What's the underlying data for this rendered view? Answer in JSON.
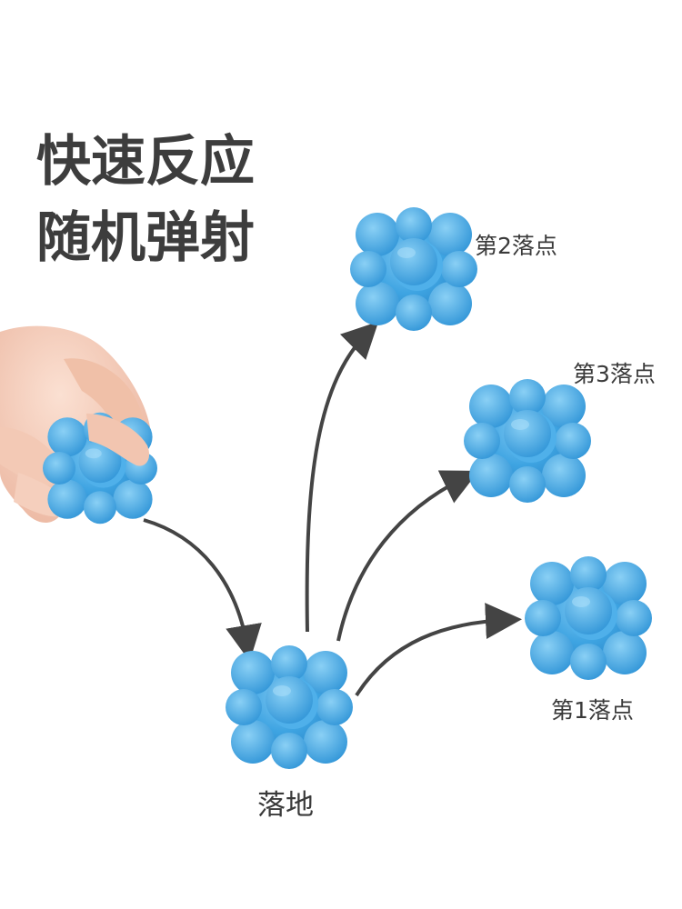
{
  "headline": {
    "line1": "快速反应",
    "line2": "随机弹射"
  },
  "labels": {
    "ground": "落地",
    "landing1": "第1落点",
    "landing2": "第2落点",
    "landing3": "第3落点"
  },
  "icons": {
    "ball": "reaction-ball-icon",
    "hand": "hand-icon",
    "arrow": "curved-arrow-icon"
  },
  "colors": {
    "ball": "#3ea4e2",
    "ball_shadow": "#2f8fd0",
    "arrow": "#444444",
    "text": "#3d3d3d",
    "skin": "#f4c7b3"
  }
}
